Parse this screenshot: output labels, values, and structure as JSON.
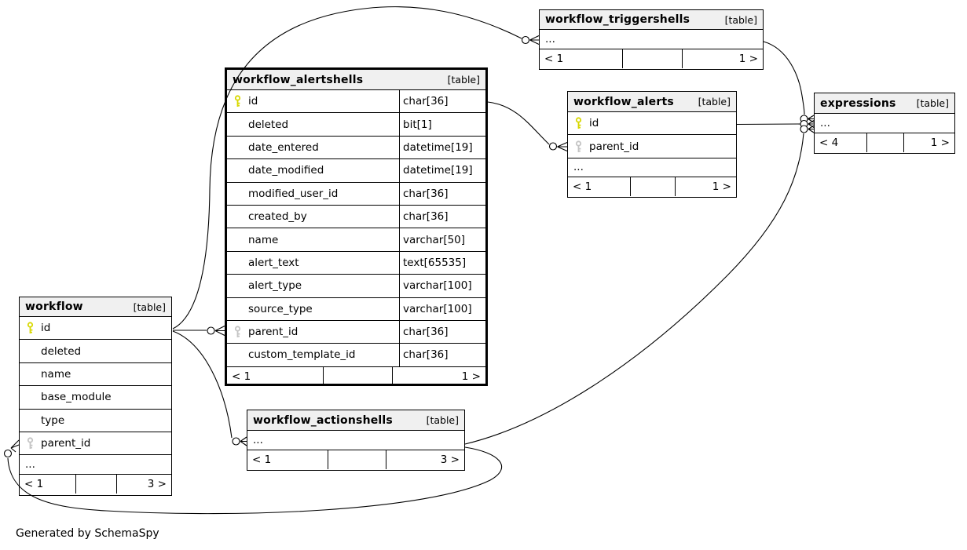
{
  "diagram": {
    "footer_note": "Generated by SchemaSpy"
  },
  "colors": {
    "pk_key": "#d8d800",
    "fk_key": "#c4c4c4",
    "header_bg": "#f0f0f0",
    "border": "#000000",
    "background": "#ffffff"
  },
  "tables": {
    "workflow": {
      "title": "workflow",
      "tag": "[table]",
      "columns": [
        {
          "name": "id",
          "key": "pk"
        },
        {
          "name": "deleted"
        },
        {
          "name": "name"
        },
        {
          "name": "base_module"
        },
        {
          "name": "type"
        },
        {
          "name": "parent_id",
          "key": "fk"
        },
        {
          "name": "..."
        }
      ],
      "footer": {
        "left": "< 1",
        "right": "3 >"
      }
    },
    "workflow_alertshells": {
      "title": "workflow_alertshells",
      "tag": "[table]",
      "columns": [
        {
          "name": "id",
          "type": "char[36]",
          "key": "pk"
        },
        {
          "name": "deleted",
          "type": "bit[1]"
        },
        {
          "name": "date_entered",
          "type": "datetime[19]"
        },
        {
          "name": "date_modified",
          "type": "datetime[19]"
        },
        {
          "name": "modified_user_id",
          "type": "char[36]"
        },
        {
          "name": "created_by",
          "type": "char[36]"
        },
        {
          "name": "name",
          "type": "varchar[50]"
        },
        {
          "name": "alert_text",
          "type": "text[65535]"
        },
        {
          "name": "alert_type",
          "type": "varchar[100]"
        },
        {
          "name": "source_type",
          "type": "varchar[100]"
        },
        {
          "name": "parent_id",
          "type": "char[36]",
          "key": "fk"
        },
        {
          "name": "custom_template_id",
          "type": "char[36]"
        }
      ],
      "footer": {
        "left": "< 1",
        "right": "1 >"
      }
    },
    "workflow_triggershells": {
      "title": "workflow_triggershells",
      "tag": "[table]",
      "columns": [
        {
          "name": "..."
        }
      ],
      "footer": {
        "left": "< 1",
        "right": "1 >"
      }
    },
    "workflow_alerts": {
      "title": "workflow_alerts",
      "tag": "[table]",
      "columns": [
        {
          "name": "id",
          "key": "pk"
        },
        {
          "name": "parent_id",
          "key": "fk"
        },
        {
          "name": "..."
        }
      ],
      "footer": {
        "left": "< 1",
        "right": "1 >"
      }
    },
    "expressions": {
      "title": "expressions",
      "tag": "[table]",
      "columns": [
        {
          "name": "..."
        }
      ],
      "footer": {
        "left": "< 4",
        "right": "1 >"
      }
    },
    "workflow_actionshells": {
      "title": "workflow_actionshells",
      "tag": "[table]",
      "columns": [
        {
          "name": "..."
        }
      ],
      "footer": {
        "left": "< 1",
        "right": "3 >"
      }
    }
  },
  "relationships": [
    {
      "from": "workflow.id",
      "to": "workflow_alertshells.parent_id"
    },
    {
      "from": "workflow.id",
      "to": "workflow_triggershells"
    },
    {
      "from": "workflow.id",
      "to": "workflow_actionshells"
    },
    {
      "from": "workflow_alertshells.id",
      "to": "workflow_alerts.parent_id"
    },
    {
      "from": "workflow_alerts.id",
      "to": "expressions"
    },
    {
      "from": "workflow_triggershells",
      "to": "expressions"
    },
    {
      "from": "workflow_actionshells",
      "to": "expressions"
    },
    {
      "from": "workflow_actionshells",
      "to": "workflow.parent_id"
    }
  ]
}
